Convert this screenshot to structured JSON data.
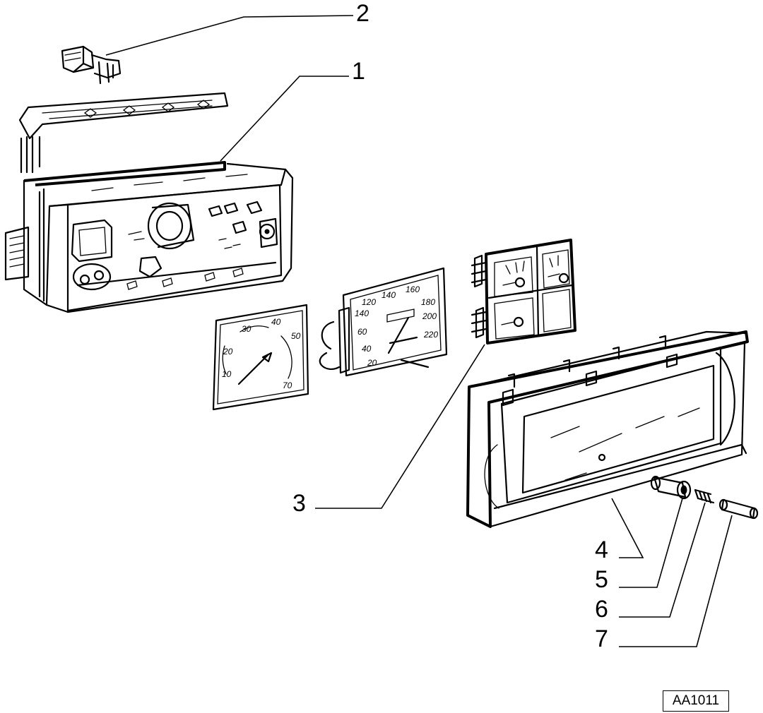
{
  "callouts": {
    "c1": "1",
    "c2": "2",
    "c3": "3",
    "c4": "4",
    "c5": "5",
    "c6": "6",
    "c7": "7"
  },
  "gauges": {
    "tachometer_ticks": [
      "30",
      "40",
      "20",
      "50",
      "10",
      "70"
    ],
    "speedometer_ticks": [
      "120",
      "140",
      "160",
      "140",
      "180",
      "60",
      "200",
      "40",
      "220",
      "20"
    ]
  },
  "reference_code": "AA1011",
  "colors": {
    "line": "#000000",
    "background": "#ffffff"
  }
}
